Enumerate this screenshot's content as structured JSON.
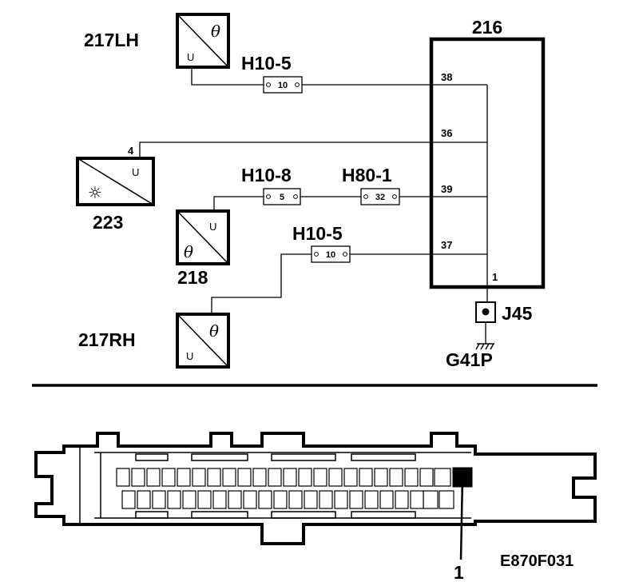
{
  "components": {
    "ecu": {
      "label": "216",
      "pins": [
        "38",
        "36",
        "39",
        "37",
        "1"
      ]
    },
    "sensor_217lh": {
      "label": "217LH",
      "theta": "θ",
      "u": "U"
    },
    "sensor_217rh": {
      "label": "217RH",
      "theta": "θ",
      "u": "U"
    },
    "sensor_218": {
      "label": "218",
      "theta": "θ",
      "u": "U"
    },
    "sensor_223": {
      "label": "223",
      "u": "U",
      "pin": "4",
      "sun": "☼"
    }
  },
  "connectors": {
    "h10_5_top": {
      "label": "H10-5",
      "pin": "10"
    },
    "h10_8": {
      "label": "H10-8",
      "pin": "5"
    },
    "h80_1": {
      "label": "H80-1",
      "pin": "32"
    },
    "h10_5_bottom": {
      "label": "H10-5",
      "pin": "10"
    }
  },
  "ground": {
    "junction": "J45",
    "ground": "G41P"
  },
  "connector_view": {
    "callout": "1",
    "code": "E870F031"
  }
}
